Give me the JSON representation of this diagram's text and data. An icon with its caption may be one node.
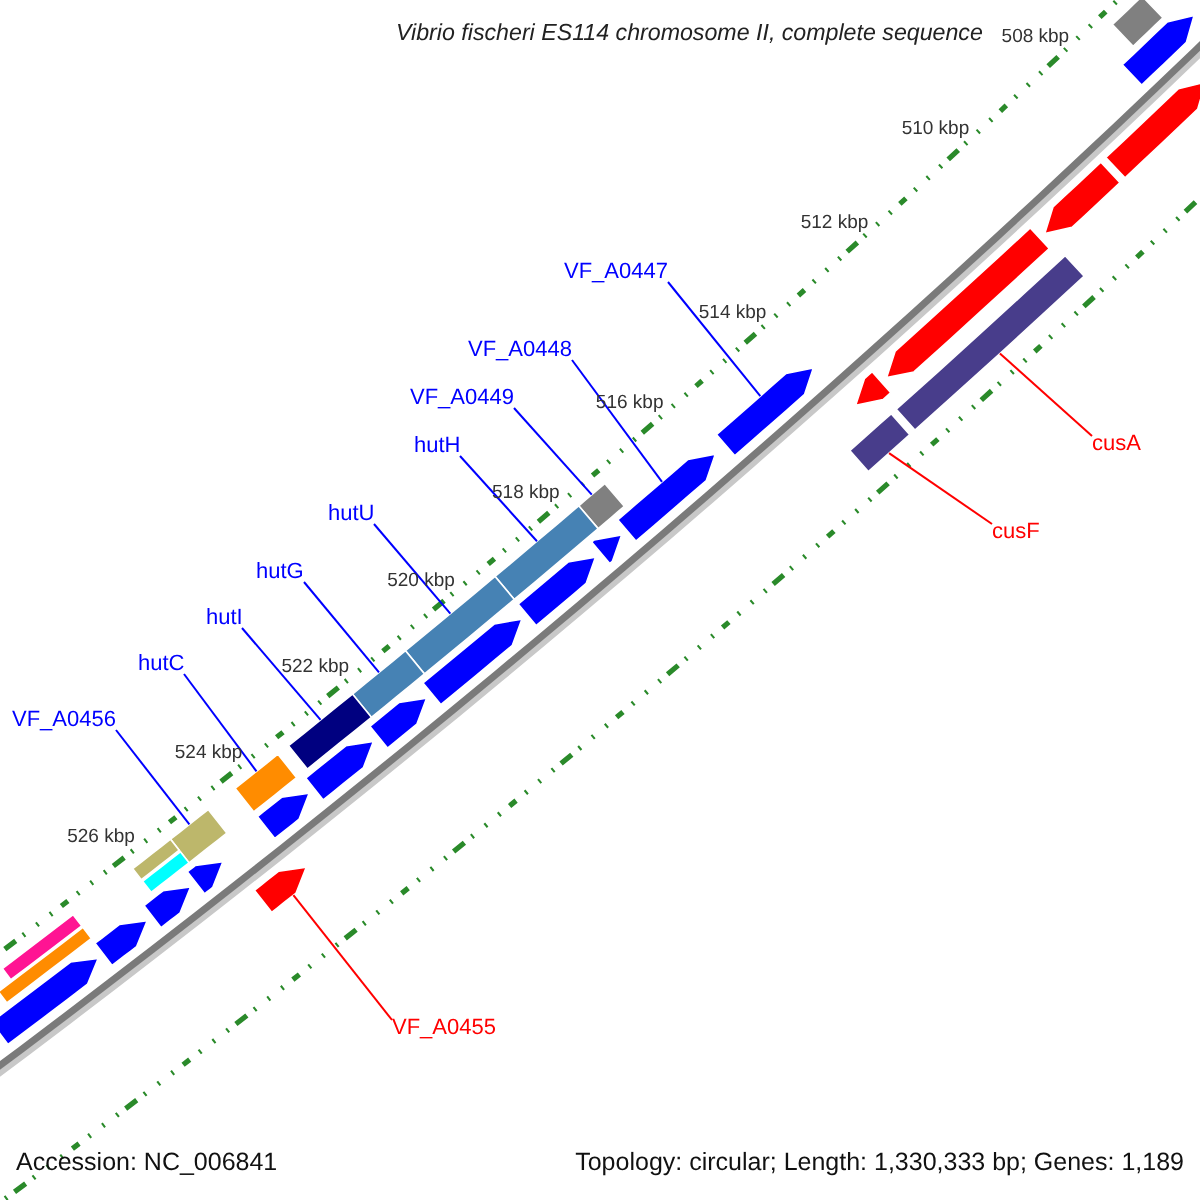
{
  "diagram": {
    "title": "Vibrio fischeri ES114 chromosome II, complete sequence",
    "nodes": [
      {
        "text": [
          "VF_A0447"
        ]
      },
      {
        "text": [],
        "shape": "arrow"
      },
      {
        "text": [
          "VF_A0448"
        ]
      },
      {
        "text": [],
        "shape": "arrow"
      },
      {
        "text": [
          "VF_A0449"
        ]
      },
      {
        "text": [],
        "shape": "bar"
      },
      {
        "text": [
          "hutH"
        ]
      },
      {
        "text": [],
        "shape": "bar"
      },
      {
        "text": [
          "cusA"
        ]
      },
      {
        "text": [],
        "shape": "bar"
      },
      {
        "text": [
          "hutU"
        ]
      },
      {
        "text": [],
        "shape": "bar"
      },
      {
        "text": [
          "cusF"
        ]
      },
      {
        "text": [],
        "shape": "bar"
      },
      {
        "text": [
          "hutG"
        ]
      },
      {
        "text": [],
        "shape": "bar"
      },
      {
        "text": [
          "hutI"
        ]
      },
      {
        "text": [],
        "shape": "bar"
      },
      {
        "text": [
          "hutC"
        ]
      },
      {
        "text": [],
        "shape": "bar"
      },
      {
        "text": [
          "VF_A0456"
        ]
      },
      {
        "text": [],
        "shape": "bar"
      },
      {
        "text": [
          "VF_A0455"
        ]
      },
      {
        "text": [],
        "shape": "arrow"
      },
      {
        "text": [],
        "shape": "bar"
      },
      {
        "text": [],
        "shape": "arrow"
      },
      {
        "text": [],
        "shape": "arrow"
      },
      {
        "text": [],
        "shape": "arrow"
      },
      {
        "text": [],
        "shape": "arrow"
      },
      {
        "text": [],
        "shape": "arrow"
      },
      {
        "text": [],
        "shape": "arrow"
      },
      {
        "text": [],
        "shape": "arrow"
      },
      {
        "text": [],
        "shape": "arrow"
      },
      {
        "text": [],
        "shape": "arrow"
      },
      {
        "text": [],
        "shape": "arrow"
      },
      {
        "text": [],
        "shape": "arrow"
      },
      {
        "text": [],
        "shape": "arrow"
      },
      {
        "text": [],
        "shape": "bar"
      },
      {
        "text": [],
        "shape": "bar"
      },
      {
        "text": [],
        "shape": "arrow"
      },
      {
        "text": [],
        "shape": "arrow"
      },
      {
        "text": [],
        "shape": "bar"
      },
      {
        "text": [],
        "shape": "bar"
      },
      {
        "text": [],
        "shape": "arrow"
      }
    ],
    "edges": [
      {
        "from": 0,
        "to": 1,
        "arrow": "none"
      },
      {
        "from": 2,
        "to": 3,
        "arrow": "none"
      },
      {
        "from": 4,
        "to": 5,
        "arrow": "none"
      },
      {
        "from": 6,
        "to": 7,
        "arrow": "none"
      },
      {
        "from": 8,
        "to": 9,
        "arrow": "none",
        "color": "#ff0000"
      },
      {
        "from": 10,
        "to": 11,
        "arrow": "none"
      },
      {
        "from": 12,
        "to": 13,
        "arrow": "none",
        "color": "#ff0000"
      },
      {
        "from": 14,
        "to": 15,
        "arrow": "none"
      },
      {
        "from": 16,
        "to": 17,
        "arrow": "none"
      },
      {
        "from": 18,
        "to": 19,
        "arrow": "none"
      },
      {
        "from": 20,
        "to": 21,
        "arrow": "none"
      },
      {
        "from": 22,
        "to": 23,
        "arrow": "none",
        "color": "#ff0000"
      }
    ],
    "labels": [
      "508 kbp",
      "510 kbp",
      "512 kbp",
      "514 kbp",
      "516 kbp",
      "518 kbp",
      "520 kbp",
      "522 kbp",
      "524 kbp",
      "526 kbp",
      "Accession: NC_006841",
      "Topology: circular; Length: 1,330,333 bp; Genes: 1,189"
    ]
  }
}
